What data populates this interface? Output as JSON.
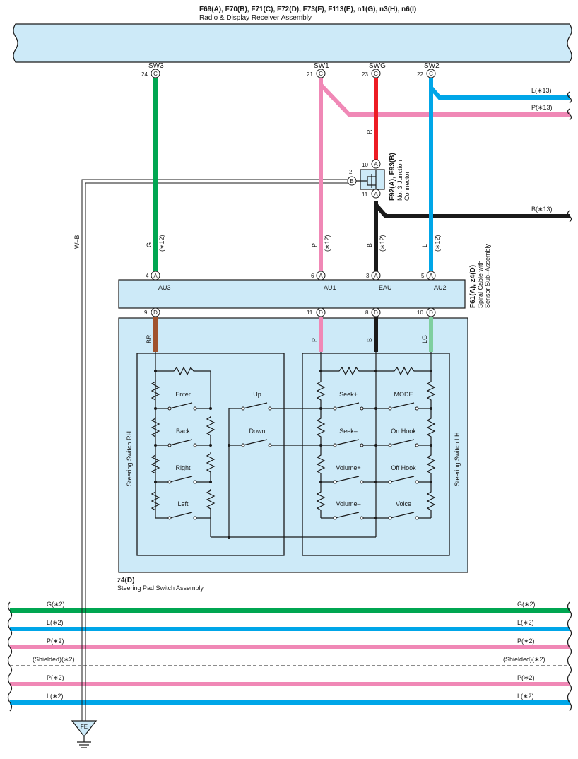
{
  "header": {
    "connectors": "F69(A), F70(B), F71(C), F72(D), F73(F), F113(E), n1(G), n3(H), n6(I)",
    "assembly": "Radio & Display Receiver Assembly"
  },
  "radio_pins": [
    {
      "name": "SW3",
      "num": "24",
      "conn": "C"
    },
    {
      "name": "SW1",
      "num": "21",
      "conn": "C"
    },
    {
      "name": "SWG",
      "num": "23",
      "conn": "C"
    },
    {
      "name": "SW2",
      "num": "22",
      "conn": "C"
    }
  ],
  "wire_labels": {
    "l13": "L(∗13)",
    "p13": "P(∗13)",
    "b13": "B(∗13)",
    "r": "R",
    "wb": "W–B",
    "g": "G",
    "p": "P",
    "b": "B",
    "l": "L",
    "s12": "(∗12)",
    "br": "BR",
    "lg": "LG"
  },
  "junction": {
    "ref": "F92(A), F93(B)",
    "name1": "No. 3 Junction",
    "name2": "Connector",
    "pin_top": "10",
    "pin_bottom": "11",
    "pin_side": "2",
    "conn_a": "A",
    "conn_b": "B"
  },
  "spiral": {
    "ref": "F61(A), z4(D)",
    "name1": "Spiral Cable with",
    "name2": "Sensor Sub–Assembly",
    "top_pins": [
      {
        "num": "4",
        "conn": "A",
        "label": "AU3"
      },
      {
        "num": "6",
        "conn": "A",
        "label": "AU1"
      },
      {
        "num": "3",
        "conn": "A",
        "label": "EAU"
      },
      {
        "num": "5",
        "conn": "A",
        "label": "AU2"
      }
    ],
    "bottom_pins": [
      {
        "num": "9",
        "conn": "D"
      },
      {
        "num": "11",
        "conn": "D"
      },
      {
        "num": "8",
        "conn": "D"
      },
      {
        "num": "10",
        "conn": "D"
      }
    ]
  },
  "switch_rh": {
    "title": "Steering Switch RH",
    "buttons": [
      "Enter",
      "Back",
      "Right",
      "Left"
    ]
  },
  "switch_mid": {
    "buttons": [
      "Up",
      "Down"
    ]
  },
  "switch_lh": {
    "title": "Steering Switch LH",
    "left": [
      "Seek+",
      "Seek–",
      "Volume+",
      "Volume–"
    ],
    "right": [
      "MODE",
      "On Hook",
      "Off Hook",
      "Voice"
    ]
  },
  "pad": {
    "ref": "z4(D)",
    "name": "Steering Pad Switch Assembly"
  },
  "bottom_bus": [
    {
      "label": "G(∗2)",
      "color": "#00a651"
    },
    {
      "label": "L(∗2)",
      "color": "#00a6e8"
    },
    {
      "label": "P(∗2)",
      "color": "#f088b6"
    },
    {
      "label": "(Shielded)(∗2)",
      "color": "#1a1a1a"
    },
    {
      "label": "P(∗2)",
      "color": "#f088b6"
    },
    {
      "label": "L(∗2)",
      "color": "#00a6e8"
    }
  ],
  "ground": {
    "label": "FE"
  },
  "colors": {
    "green": "#00a651",
    "pink": "#f088b6",
    "red": "#ed1c24",
    "blue": "#00a6e8",
    "black": "#1a1a1a",
    "brown": "#a0522d",
    "lightgreen": "#7fcf9f",
    "box": "#cdeaf8"
  }
}
